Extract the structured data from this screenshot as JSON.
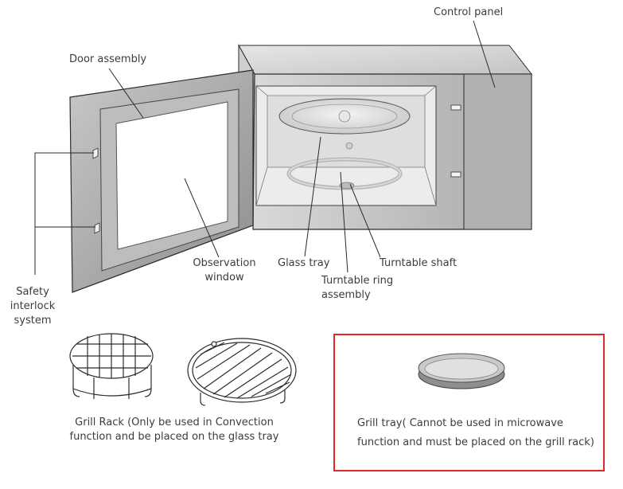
{
  "labels": {
    "control_panel": "Control panel",
    "door_assembly": "Door assembly",
    "observation_window": [
      "Observation",
      "window"
    ],
    "glass_tray": "Glass tray",
    "turntable_shaft": "Turntable shaft",
    "turntable_ring": [
      "Turntable ring",
      "assembly"
    ],
    "safety_interlock": [
      "Safety",
      "interlock",
      "system"
    ]
  },
  "grill_rack_caption": [
    "Grill Rack (Only be used in Convection",
    "function and be placed on the glass tray"
  ],
  "grill_tray_caption": [
    "Grill tray( Cannot be used in microwave",
    "function and must be placed on the grill rack)"
  ],
  "colors": {
    "highlight_box": "#e0262a",
    "body_gray": "#b9b9b9",
    "outline": "#2b2b2b"
  }
}
